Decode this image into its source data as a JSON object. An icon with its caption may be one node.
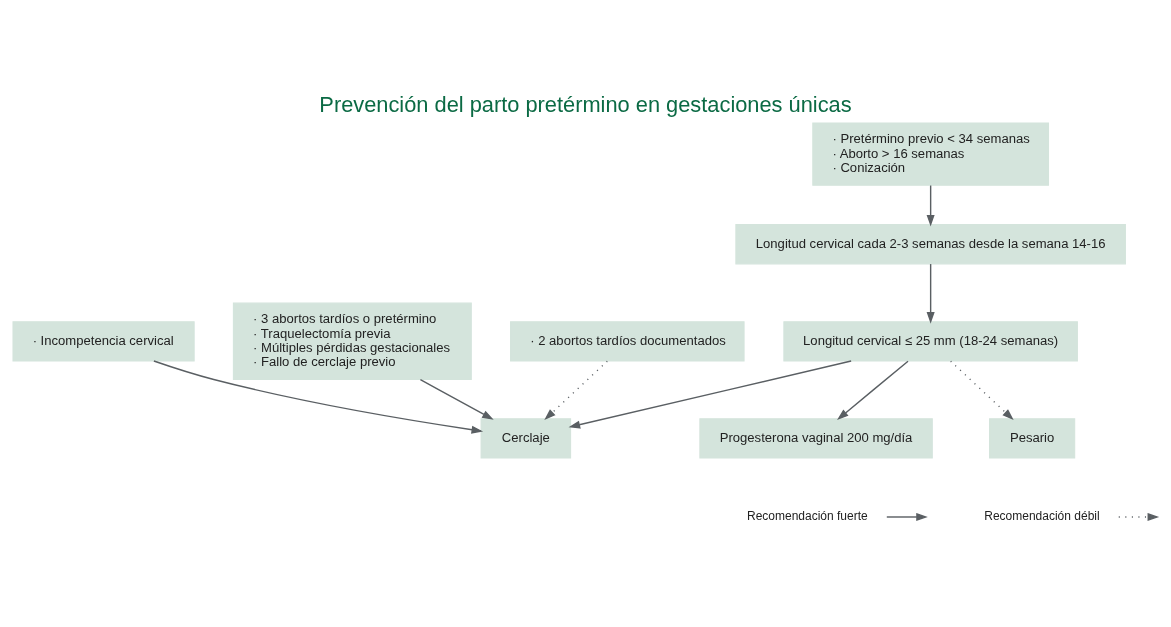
{
  "diagram": {
    "title": "Prevención del parto pretérmino en gestaciones únicas",
    "nodes": [
      {
        "text": [
          "· Incompetencia cervical"
        ]
      },
      {
        "text": [
          "· 3 abortos tardíos o pretérmino",
          "· Traquelectomía previa",
          "· Múltiples pérdidas gestacionales",
          "· Fallo de cerclaje previo"
        ]
      },
      {
        "text": [
          "· Pretérmino previo < 34 semanas",
          "· Aborto > 16 semanas",
          "· Conización"
        ]
      },
      {
        "text": [
          "Cerclaje"
        ]
      },
      {
        "text": [
          "· 2 abortos tardíos documentados"
        ]
      },
      {
        "text": [
          "Longitud cervical cada 2-3 semanas desde la semana 14-16"
        ]
      },
      {
        "text": [
          "Longitud cervical ≤ 25 mm (18-24 semanas)"
        ]
      },
      {
        "text": [
          "Progesterona vaginal 200 mg/día"
        ]
      },
      {
        "text": [
          "Pesario"
        ]
      }
    ],
    "edges": [
      {
        "from": 0,
        "to": 3,
        "arrow": "to"
      },
      {
        "from": 1,
        "to": 3,
        "arrow": "to"
      },
      {
        "from": 2,
        "to": 5,
        "arrow": "to"
      },
      {
        "from": 4,
        "to": 3,
        "arrow": "to",
        "style": "dashed"
      },
      {
        "from": 5,
        "to": 6,
        "arrow": "to"
      },
      {
        "from": 6,
        "to": 3,
        "arrow": "to"
      },
      {
        "from": 6,
        "to": 7,
        "arrow": "to"
      },
      {
        "from": 6,
        "to": 8,
        "arrow": "to",
        "style": "dashed"
      }
    ],
    "legend": [
      {
        "text": "Recomendación fuerte"
      },
      {
        "text": "Recomendación débil"
      }
    ]
  }
}
